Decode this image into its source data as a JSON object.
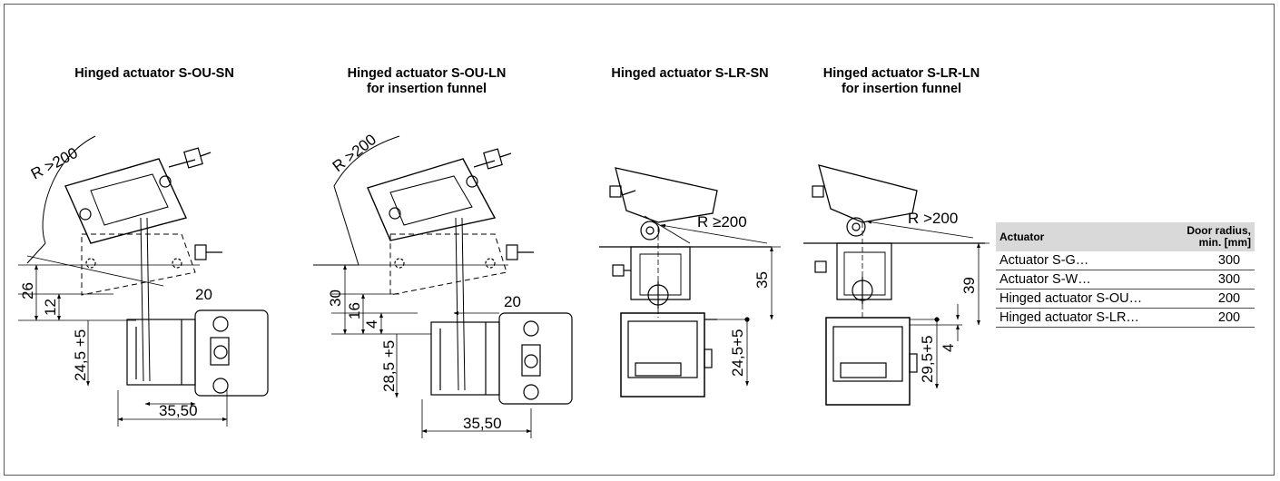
{
  "titles": {
    "v1": "Hinged actuator S-OU-SN",
    "v2_line1": "Hinged actuator S-OU-LN",
    "v2_line2": "for insertion funnel",
    "v3": "Hinged actuator S-LR-SN",
    "v4_line1": "Hinged actuator S-LR-LN",
    "v4_line2": "for insertion funnel"
  },
  "dims": {
    "v1": {
      "radius": "R >200",
      "d20": "20",
      "d26": "26",
      "d12": "12",
      "d24": "24,5 +5",
      "d35": "35,50"
    },
    "v2": {
      "radius": "R >200",
      "d20": "20",
      "d30": "30",
      "d16": "16",
      "d4": "4",
      "d28": "28,5 +5",
      "d35": "35,50"
    },
    "v3": {
      "radius": "R ≥200",
      "d35": "35",
      "d24": "24,5+5"
    },
    "v4": {
      "radius": "R >200",
      "d39": "39",
      "d4": "4",
      "d29": "29,5+5"
    }
  },
  "table": {
    "headers": [
      "Actuator",
      "Door radius,",
      "min. [mm]"
    ],
    "rows": [
      {
        "actuator": "Actuator S-G…",
        "radius": "300"
      },
      {
        "actuator": "Actuator S-W…",
        "radius": "300"
      },
      {
        "actuator": "Hinged actuator S-OU…",
        "radius": "200"
      },
      {
        "actuator": "Hinged actuator S-LR…",
        "radius": "200"
      }
    ]
  }
}
